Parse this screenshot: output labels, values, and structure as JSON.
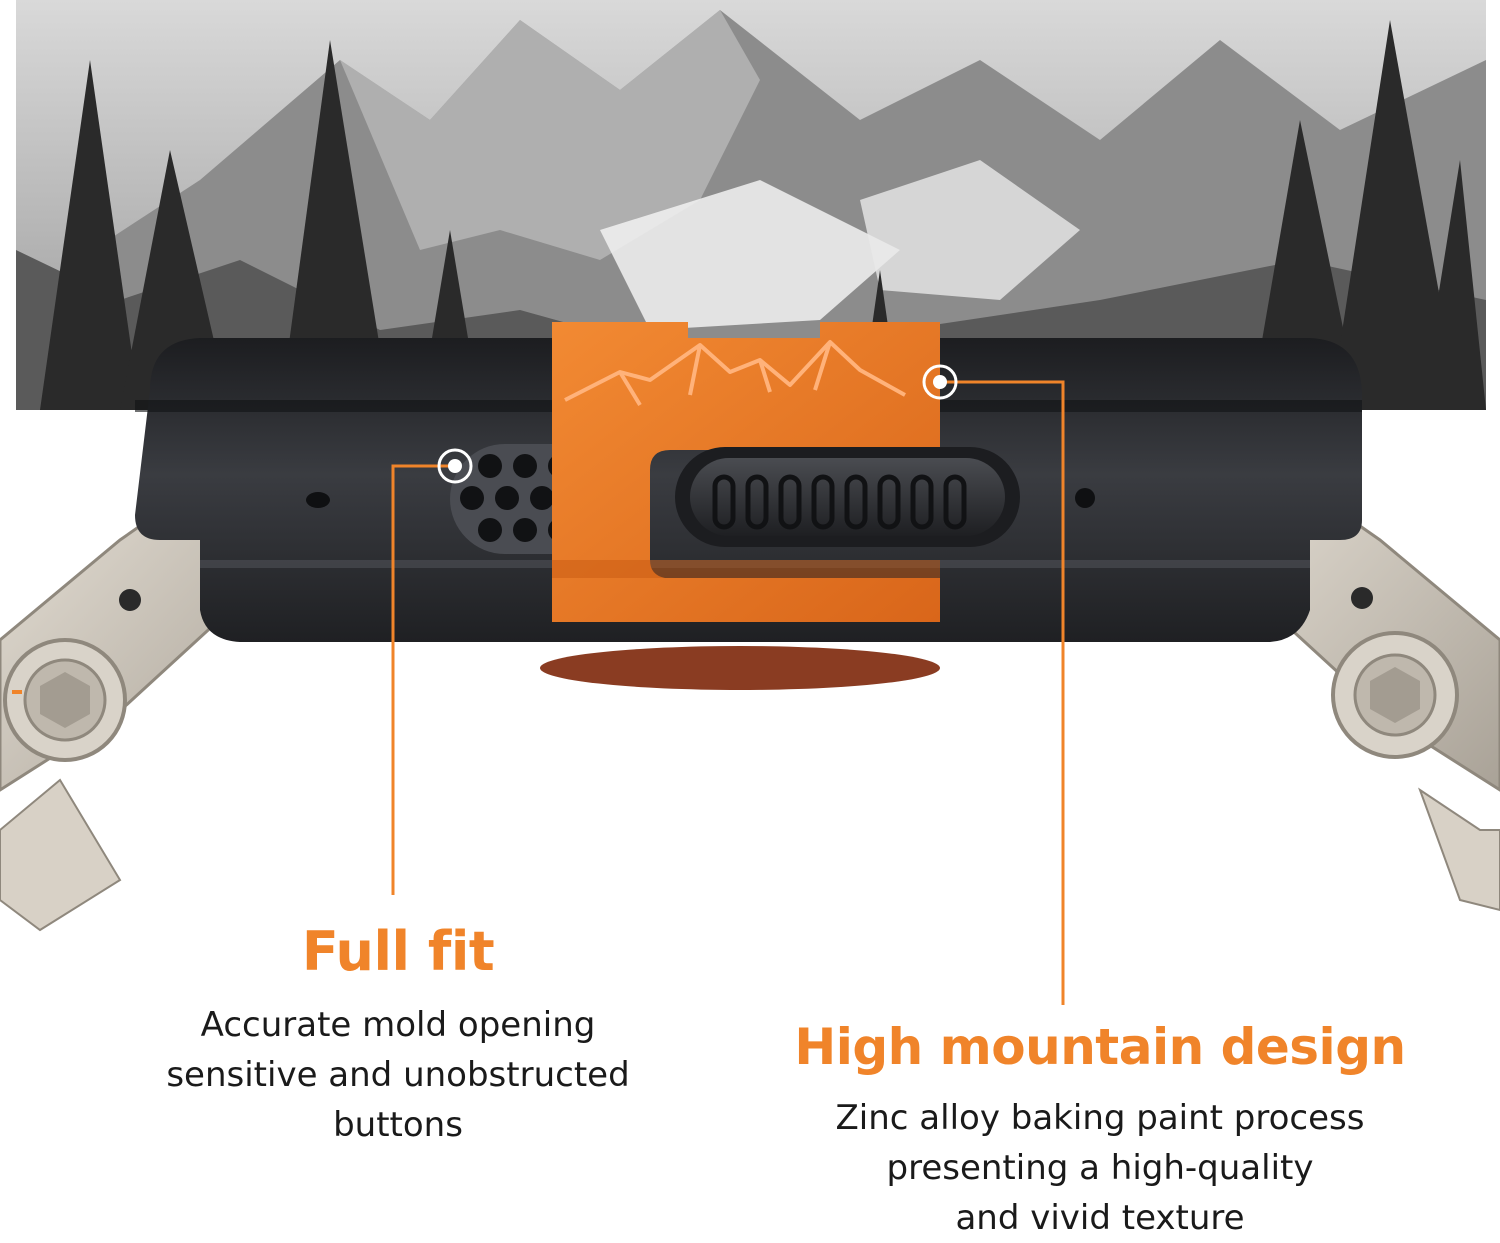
{
  "colors": {
    "accent": "#F0842A",
    "text": "#1a1a1a",
    "watch_case": "#2b2d31",
    "clip_orange": "#E8731E",
    "lug": "#cfc8bd"
  },
  "features": [
    {
      "title": "Full fit",
      "lines": [
        "Accurate mold opening",
        "sensitive and unobstructed",
        "buttons"
      ]
    },
    {
      "title": "High mountain design",
      "lines": [
        "Zinc alloy baking paint process",
        "presenting a high-quality",
        "and vivid texture"
      ]
    }
  ],
  "icons": {
    "clip_engraving": "mountain-icon",
    "callout_marker": "target-dot-icon"
  }
}
